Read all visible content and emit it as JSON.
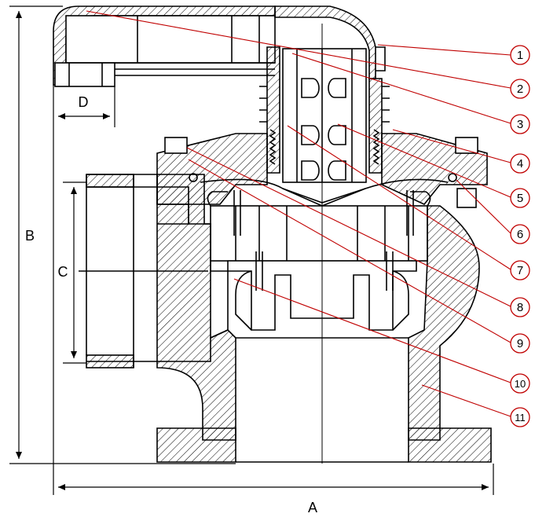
{
  "dimensions": {
    "A": "A",
    "B": "B",
    "C": "C",
    "D": "D"
  },
  "callouts": [
    "1",
    "2",
    "3",
    "4",
    "5",
    "6",
    "7",
    "8",
    "9",
    "10",
    "11"
  ],
  "colors": {
    "outline": "#000000",
    "hatch": "#000000",
    "leader": "#c00000",
    "background": "#ffffff"
  }
}
